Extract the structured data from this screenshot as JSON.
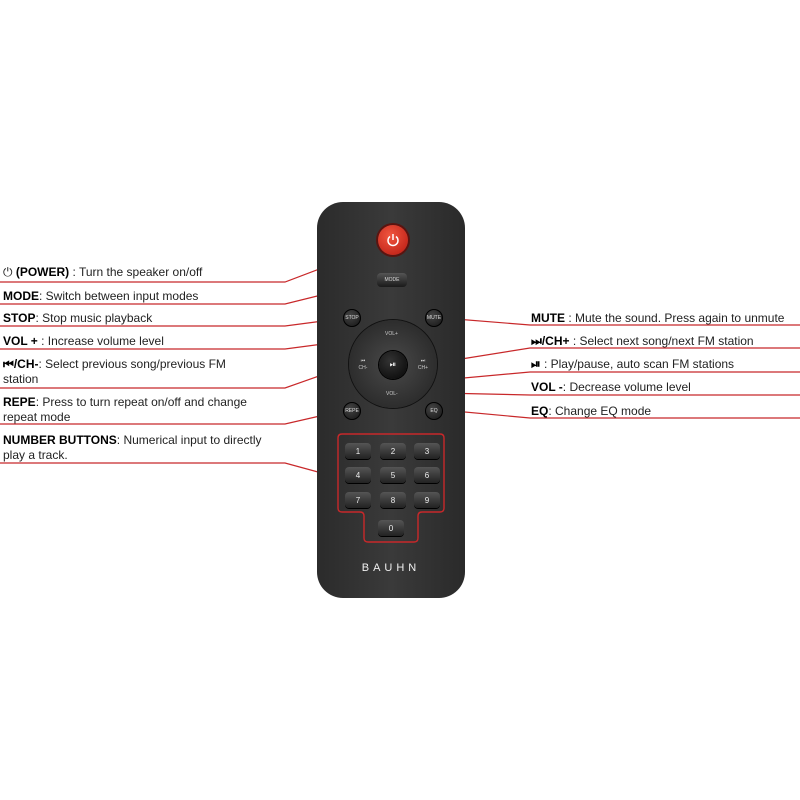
{
  "remote": {
    "brand": "BAUHN",
    "mode_label": "MODE",
    "stop_label": "STOP",
    "mute_label": "MUTE",
    "repe_label": "REPE",
    "eq_label": "EQ",
    "vol_up_label": "VOL+",
    "vol_down_label": "VOL-",
    "ch_minus_label": "CH-",
    "ch_plus_label": "CH+",
    "number_keys": [
      "1",
      "2",
      "3",
      "4",
      "5",
      "6",
      "7",
      "8",
      "9",
      "0"
    ],
    "power_color": "#d42a1e",
    "callout_color": "#c8282a"
  },
  "labels": {
    "power": {
      "key": "(POWER)",
      "text": " : Turn the speaker on/off"
    },
    "mode": {
      "key": "MODE",
      "text": ": Switch between input modes"
    },
    "stop": {
      "key": "STOP",
      "text": ": Stop music playback"
    },
    "vol_up": {
      "key": "VOL +",
      "text": " : Increase volume level"
    },
    "prev": {
      "key": "/CH-",
      "text": ": Select previous song/previous FM station"
    },
    "repe": {
      "key": "REPE",
      "text": ": Press to turn repeat on/off and change repeat mode"
    },
    "number": {
      "key": "NUMBER BUTTONS",
      "text": ": Numerical input to directly play a track."
    },
    "mute": {
      "key": "MUTE",
      "text": " : Mute the sound. Press again to unmute"
    },
    "next": {
      "key": "/CH+",
      "text": " : Select next song/next FM station"
    },
    "play": {
      "key": "",
      "text": " : Play/pause, auto scan FM stations"
    },
    "vol_down": {
      "key": "VOL -",
      "text": ": Decrease volume level"
    },
    "eq": {
      "key": "EQ",
      "text": ": Change EQ mode"
    }
  }
}
